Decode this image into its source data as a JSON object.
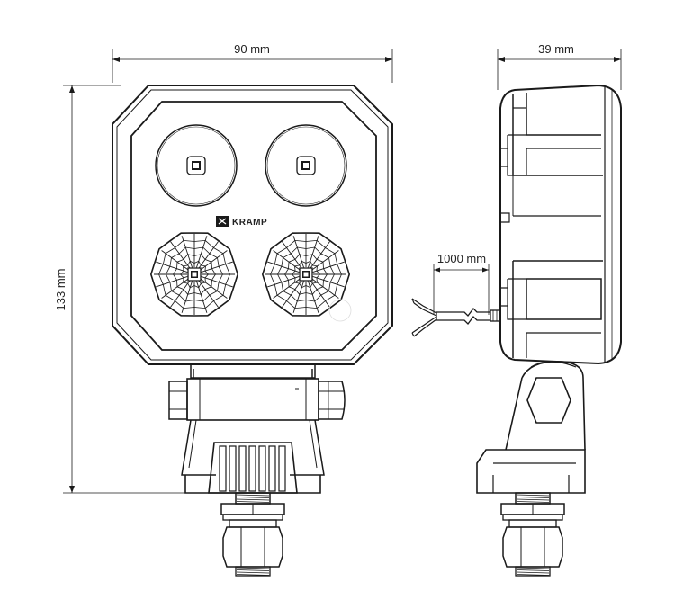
{
  "dimensions": {
    "front_width": "90 mm",
    "front_height": "133 mm",
    "side_depth": "39 mm",
    "cable_length": "1000 mm"
  },
  "brand": {
    "logo_text": "KRAMP"
  },
  "colors": {
    "line": "#1a1a1a",
    "background": "#ffffff"
  }
}
